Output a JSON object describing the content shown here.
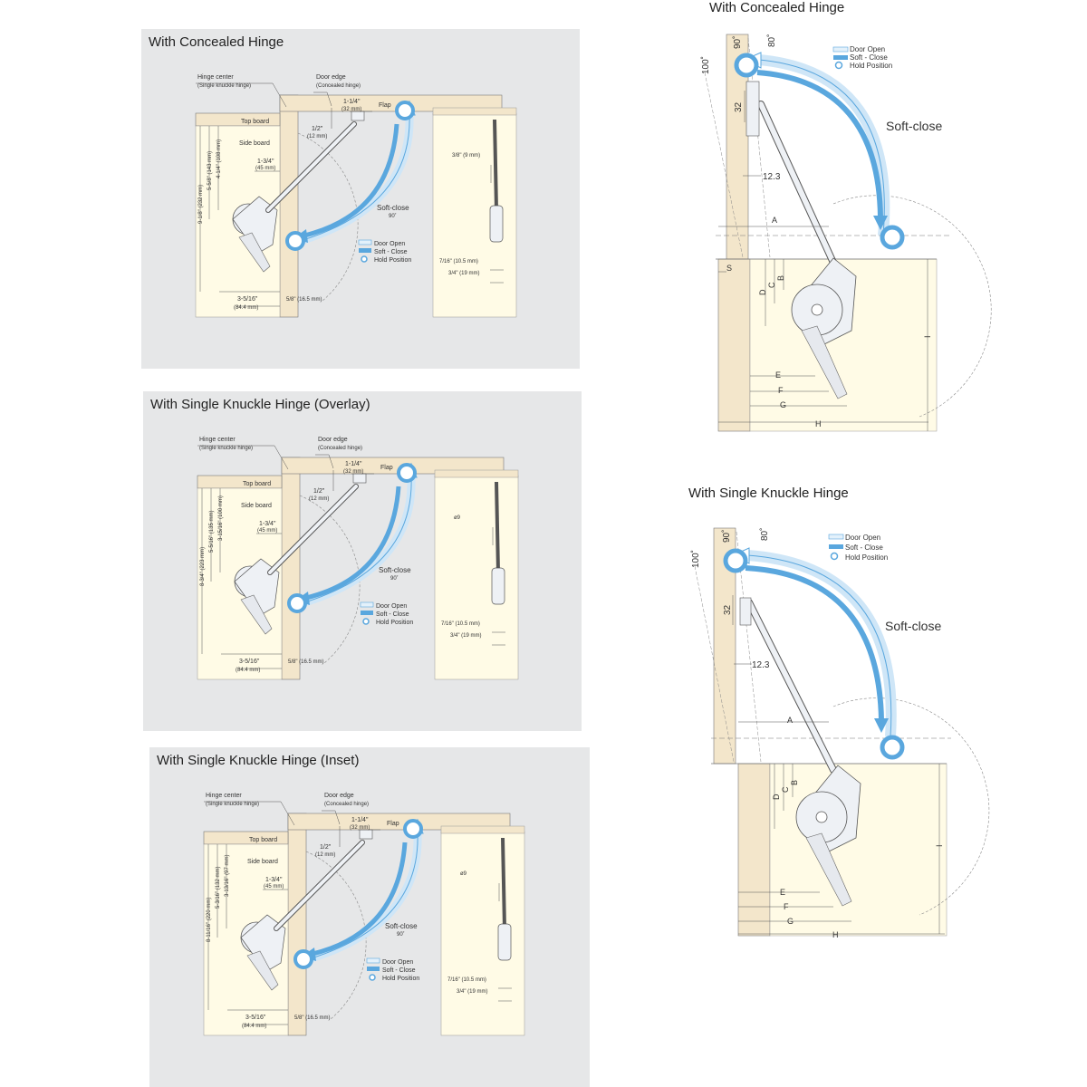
{
  "colors": {
    "panel": "#e6e7e8",
    "board": "#f3e6cb",
    "cabinet": "#fffbe6",
    "blue": "#5aa7de",
    "blue_light": "#e3f1fb",
    "line": "#555555"
  },
  "legend": {
    "door_open": "Door Open",
    "soft_close": "Soft - Close",
    "hold_position": "Hold Position"
  },
  "panels": [
    {
      "title": "With Concealed Hinge",
      "labels": {
        "hinge_center": "Hinge center",
        "hinge_center_sub": "(Single knuckle hinge)",
        "door_edge": "Door edge",
        "door_edge_sub": "(Concealed hinge)",
        "top_board": "Top board",
        "side_board": "Side board",
        "flap": "Flap",
        "soft_close": "Soft-close",
        "angle": "90˚"
      },
      "dims": {
        "d_1_1_4": "1-1/4\"",
        "d_32": "(32 mm)",
        "d_1_2": "1/2\"",
        "d_12": "(12 mm)",
        "d_1_3_4": "1-3/4\"",
        "d_45": "(45 mm)",
        "v1": "9-1/8\" (232 mm)",
        "v2": "5-5/8\" (143 mm)",
        "v3": "4-1/4\" (108 mm)",
        "d_3_5_16": "3-5/16\"",
        "d_84": "(84.4 mm)",
        "d_5_8": "5/8\" (16.5 mm)",
        "r1": "3/8\" (9 mm)",
        "r2": "7/16\" (10.5 mm)",
        "r3": "3/4\" (19 mm)"
      }
    },
    {
      "title": "With Single Knuckle Hinge (Overlay)",
      "labels": {
        "hinge_center": "Hinge center",
        "hinge_center_sub": "(Single knuckle hinge)",
        "door_edge": "Door edge",
        "door_edge_sub": "(Concealed hinge)",
        "top_board": "Top board",
        "side_board": "Side board",
        "flap": "Flap",
        "soft_close": "Soft-close",
        "angle": "90˚"
      },
      "dims": {
        "d_1_1_4": "1-1/4\"",
        "d_32": "(32 mm)",
        "d_1_2": "1/2\"",
        "d_12": "(12 mm)",
        "d_1_3_4": "1-3/4\"",
        "d_45": "(45 mm)",
        "v1": "8-3/4\" (223 mm)",
        "v2": "5-5/16\" (135 mm)",
        "v3": "3-15/16\" (100 mm)",
        "d_3_5_16": "3-5/16\"",
        "d_84": "(84.4 mm)",
        "d_5_8": "5/8\" (16.5 mm)",
        "r1": "ø9",
        "r2": "7/16\" (10.5 mm)",
        "r3": "3/4\" (19 mm)"
      }
    },
    {
      "title": "With Single Knuckle Hinge (Inset)",
      "labels": {
        "hinge_center": "Hinge center",
        "hinge_center_sub": "(Single knuckle hinge)",
        "door_edge": "Door edge",
        "door_edge_sub": "(Concealed hinge)",
        "top_board": "Top board",
        "side_board": "Side board",
        "flap": "Flap",
        "soft_close": "Soft-close",
        "angle": "90˚"
      },
      "dims": {
        "d_1_1_4": "1-1/4\"",
        "d_32": "(32 mm)",
        "d_1_2": "1/2\"",
        "d_12": "(12 mm)",
        "d_1_3_4": "1-3/4\"",
        "d_45": "(45 mm)",
        "v1": "8-11/16\" (220 mm)",
        "v2": "5-3/16\" (132 mm)",
        "v3": "3-13/16\" (97 mm)",
        "d_3_5_16": "3-5/16\"",
        "d_84": "(84.4 mm)",
        "d_5_8": "5/8\" (16.5 mm)",
        "r1": "ø9",
        "r2": "7/16\" (10.5 mm)",
        "r3": "3/4\" (19 mm)"
      }
    }
  ],
  "detail_concealed": {
    "title": "With Concealed Hinge",
    "a90": "90˚",
    "a80": "80˚",
    "a100": "100˚",
    "d32": "32",
    "d12_3": "12.3",
    "soft_close": "Soft-close",
    "A": "A",
    "B": "B",
    "C": "C",
    "D": "D",
    "E": "E",
    "F": "F",
    "G": "G",
    "H": "H",
    "I": "I",
    "S": "S"
  },
  "detail_knuckle": {
    "title": "With Single Knuckle Hinge",
    "a90": "90˚",
    "a80": "80˚",
    "a100": "100˚",
    "d32": "32",
    "d12_3": "12.3",
    "soft_close": "Soft-close",
    "A": "A",
    "B": "B",
    "C": "C",
    "D": "D",
    "E": "E",
    "F": "F",
    "G": "G",
    "H": "H",
    "I": "I"
  }
}
